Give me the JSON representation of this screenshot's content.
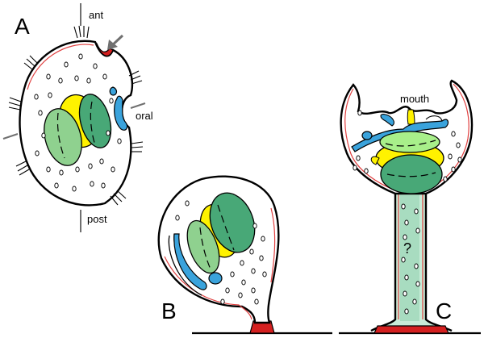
{
  "panels": {
    "a": {
      "letter": "A",
      "labels": {
        "anterior": "ant",
        "oral": "oral",
        "posterior": "post"
      }
    },
    "b": {
      "letter": "B"
    },
    "c": {
      "letter": "C",
      "labels": {
        "mouth": "mouth",
        "unknown": "?"
      }
    }
  },
  "colors": {
    "outline": "#000000",
    "pellicle": "#e04040",
    "attachment": "#d42020",
    "macronucleus_dark": "#48a877",
    "macronucleus_light": "#8fd18f",
    "micronucleus_yellow": "#fff200",
    "light_green": "#a8ef8a",
    "oral_blue": "#3aa3dc",
    "stalk_fill": "#c8ecd8",
    "arrow": "#707070",
    "reference_lines": "#707070"
  }
}
